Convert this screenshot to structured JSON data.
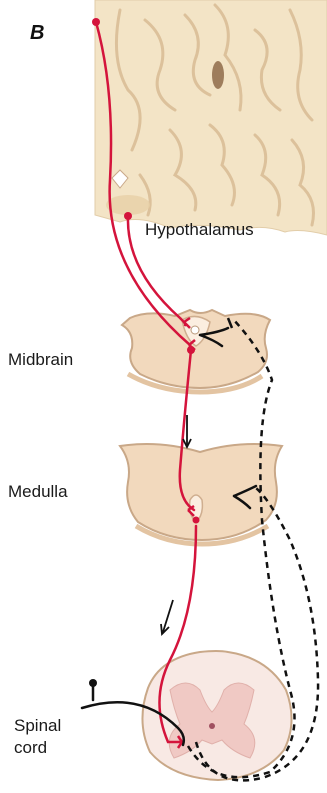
{
  "figure": {
    "panel_letter": "B",
    "labels": {
      "hypothalamus": "Hypothalamus",
      "midbrain": "Midbrain",
      "medulla": "Medulla",
      "spinal_1": "Spinal",
      "spinal_2": "cord"
    },
    "colors": {
      "tissue": "#f2d9bd",
      "tissue_edge": "#c9a888",
      "brain": "#f3e4c6",
      "brain_fold": "#dfc6a2",
      "red_pathway": "#d4143c",
      "black_pathway": "#111111"
    }
  }
}
